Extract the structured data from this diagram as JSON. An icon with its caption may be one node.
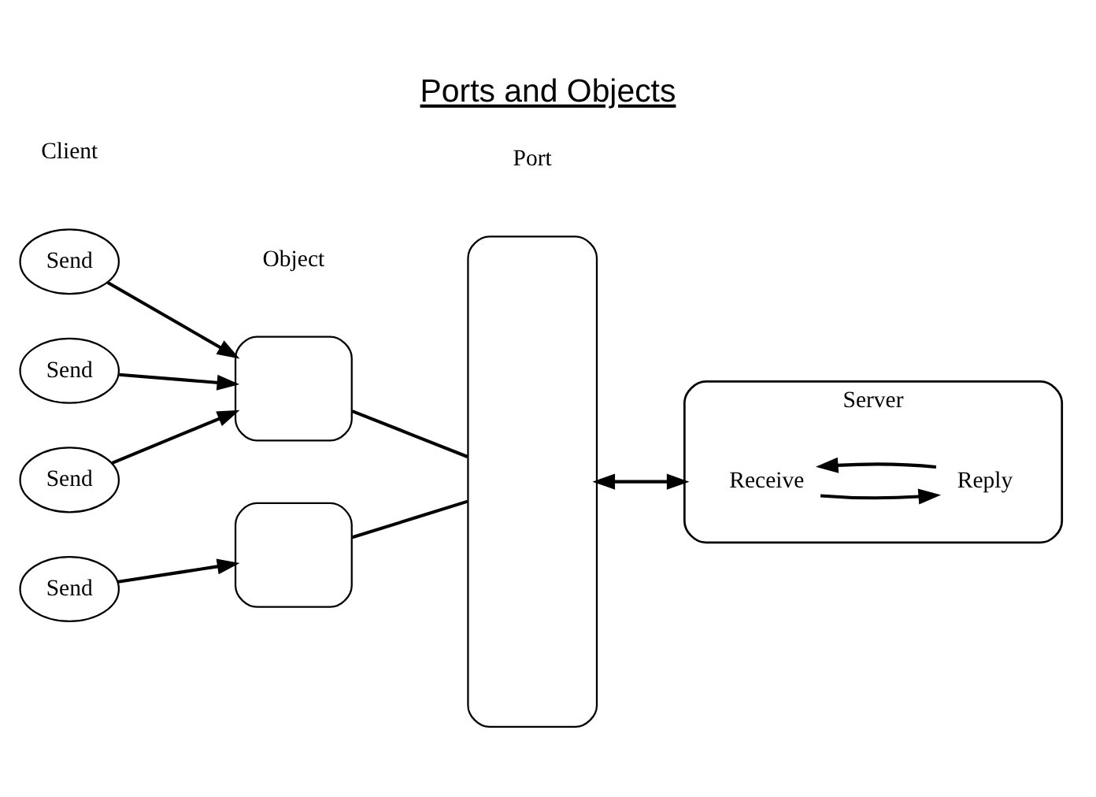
{
  "diagram": {
    "title": "Ports and Objects",
    "nodes": [
      {
        "text": [
          "Send"
        ]
      },
      {
        "text": [
          "Send"
        ]
      },
      {
        "text": [
          "Send"
        ]
      },
      {
        "text": [
          "Send"
        ]
      },
      {
        "text": [],
        "shape": "box"
      },
      {
        "text": [],
        "shape": "box"
      },
      {
        "text": [],
        "shape": "box"
      },
      {
        "text": [
          "Server"
        ]
      },
      {
        "text": [
          "Receive"
        ],
        "in": 7
      },
      {
        "text": [
          "Reply"
        ],
        "in": 7
      }
    ],
    "edges": [
      {
        "from": 0,
        "to": 4,
        "arrow": "to"
      },
      {
        "from": 1,
        "to": 4,
        "arrow": "to"
      },
      {
        "from": 2,
        "to": 4,
        "arrow": "to"
      },
      {
        "from": 3,
        "to": 5,
        "arrow": "to"
      },
      {
        "from": 4,
        "to": 6,
        "arrow": "none"
      },
      {
        "from": 5,
        "to": 6,
        "arrow": "none"
      },
      {
        "from": 6,
        "to": 7,
        "arrow": "both"
      },
      {
        "from": 8,
        "to": 9,
        "arrow": "to"
      },
      {
        "from": 9,
        "to": 8,
        "arrow": "to"
      }
    ],
    "labels": [
      "Client",
      "Object",
      "Port"
    ]
  }
}
